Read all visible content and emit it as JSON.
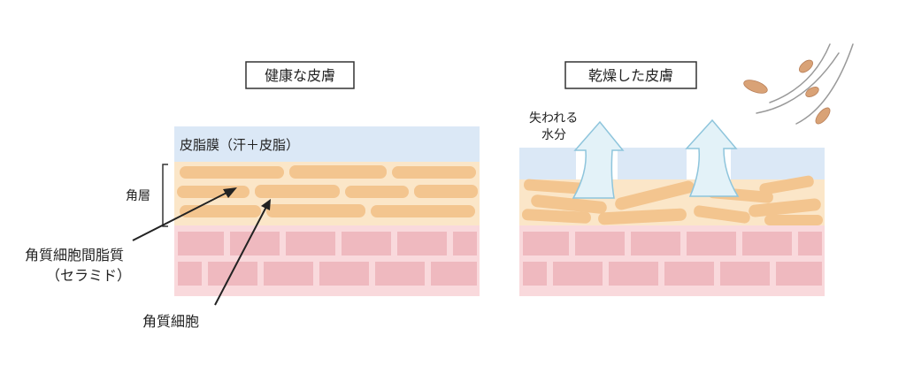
{
  "healthy": {
    "title": "健康な皮膚",
    "sebum_film_label": "皮脂膜（汗＋皮脂）",
    "stratum_label": "角層",
    "lipid_label_line1": "角質細胞間脂質",
    "lipid_label_line2": "（セラミド）",
    "cell_label": "角質細胞"
  },
  "dry": {
    "title": "乾燥した皮膚",
    "moisture_label_line1": "失われる",
    "moisture_label_line2": "水分"
  },
  "colors": {
    "sebum_film": "#dbe8f6",
    "stratum_bg": "#fbe6c8",
    "cell": "#f3c58f",
    "skin_tissue": "#f9d9dc",
    "skin_brick": "#efb9bf",
    "arrow_fill": "#e3f2f8",
    "arrow_stroke": "#8ec5dc",
    "leaf": "#d9a276"
  }
}
